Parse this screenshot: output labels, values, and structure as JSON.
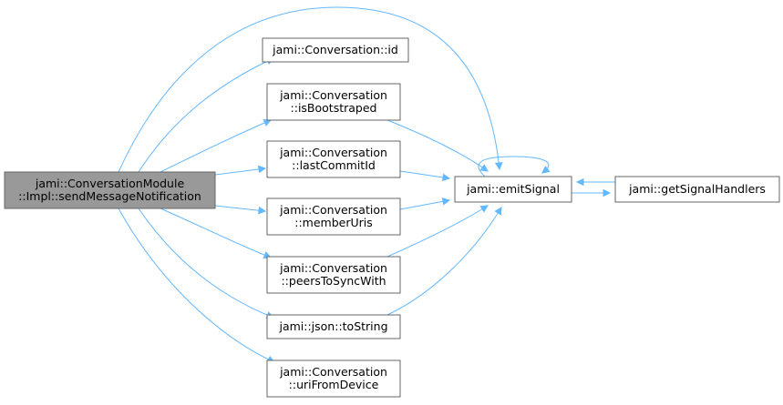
{
  "graph": {
    "nodes": [
      {
        "id": "root",
        "lines": [
          "jami::ConversationModule",
          "::Impl::sendMessageNotification"
        ],
        "root": true
      },
      {
        "id": "id",
        "lines": [
          "jami::Conversation::id"
        ]
      },
      {
        "id": "isBoot",
        "lines": [
          "jami::Conversation",
          "::isBootstraped"
        ]
      },
      {
        "id": "lastCommit",
        "lines": [
          "jami::Conversation",
          "::lastCommitId"
        ]
      },
      {
        "id": "memberUris",
        "lines": [
          "jami::Conversation",
          "::memberUris"
        ]
      },
      {
        "id": "peers",
        "lines": [
          "jami::Conversation",
          "::peersToSyncWith"
        ]
      },
      {
        "id": "toString",
        "lines": [
          "jami::json::toString"
        ]
      },
      {
        "id": "uriFromDevice",
        "lines": [
          "jami::Conversation",
          "::uriFromDevice"
        ]
      },
      {
        "id": "emitSignal",
        "lines": [
          "jami::emitSignal"
        ]
      },
      {
        "id": "getSignalHandlers",
        "lines": [
          "jami::getSignalHandlers"
        ]
      }
    ],
    "edges": [
      [
        "root",
        "emitSignal"
      ],
      [
        "root",
        "id"
      ],
      [
        "root",
        "isBoot"
      ],
      [
        "root",
        "lastCommit"
      ],
      [
        "root",
        "memberUris"
      ],
      [
        "root",
        "peers"
      ],
      [
        "root",
        "toString"
      ],
      [
        "root",
        "uriFromDevice"
      ],
      [
        "isBoot",
        "emitSignal"
      ],
      [
        "lastCommit",
        "emitSignal"
      ],
      [
        "memberUris",
        "emitSignal"
      ],
      [
        "peers",
        "emitSignal"
      ],
      [
        "toString",
        "emitSignal"
      ],
      [
        "emitSignal",
        "emitSignal"
      ],
      [
        "emitSignal",
        "getSignalHandlers"
      ],
      [
        "getSignalHandlers",
        "emitSignal"
      ]
    ],
    "colors": {
      "edge": "#63b8ff",
      "root_fill": "#999999",
      "node_border": "#666666"
    }
  }
}
